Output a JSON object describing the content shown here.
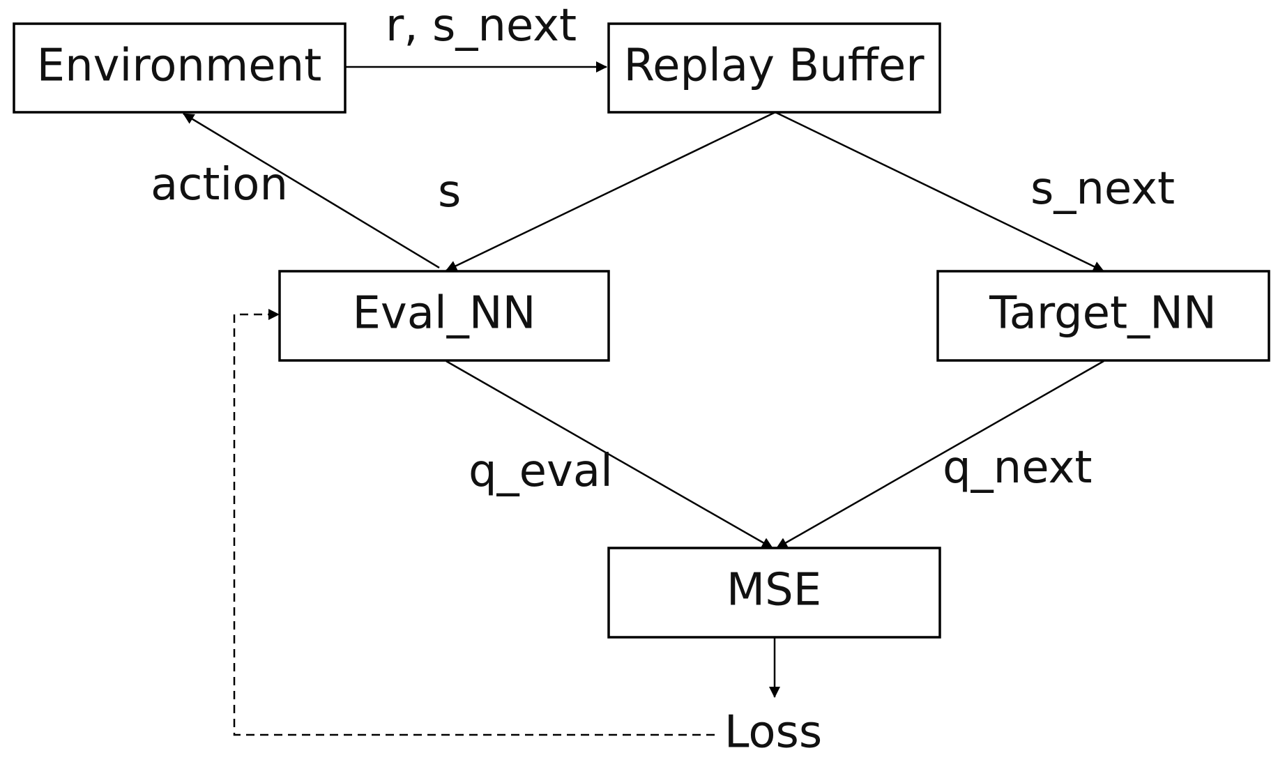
{
  "nodes": {
    "environment": "Environment",
    "replay_buffer": "Replay Buffer",
    "eval_nn": "Eval_NN",
    "target_nn": "Target_NN",
    "mse": "MSE",
    "loss": "Loss"
  },
  "edges": {
    "env_to_buffer": "r, s_next",
    "eval_to_env": "action",
    "buffer_to_eval": "s",
    "buffer_to_target": "s_next",
    "eval_to_mse": "q_eval",
    "target_to_mse": "q_next"
  }
}
